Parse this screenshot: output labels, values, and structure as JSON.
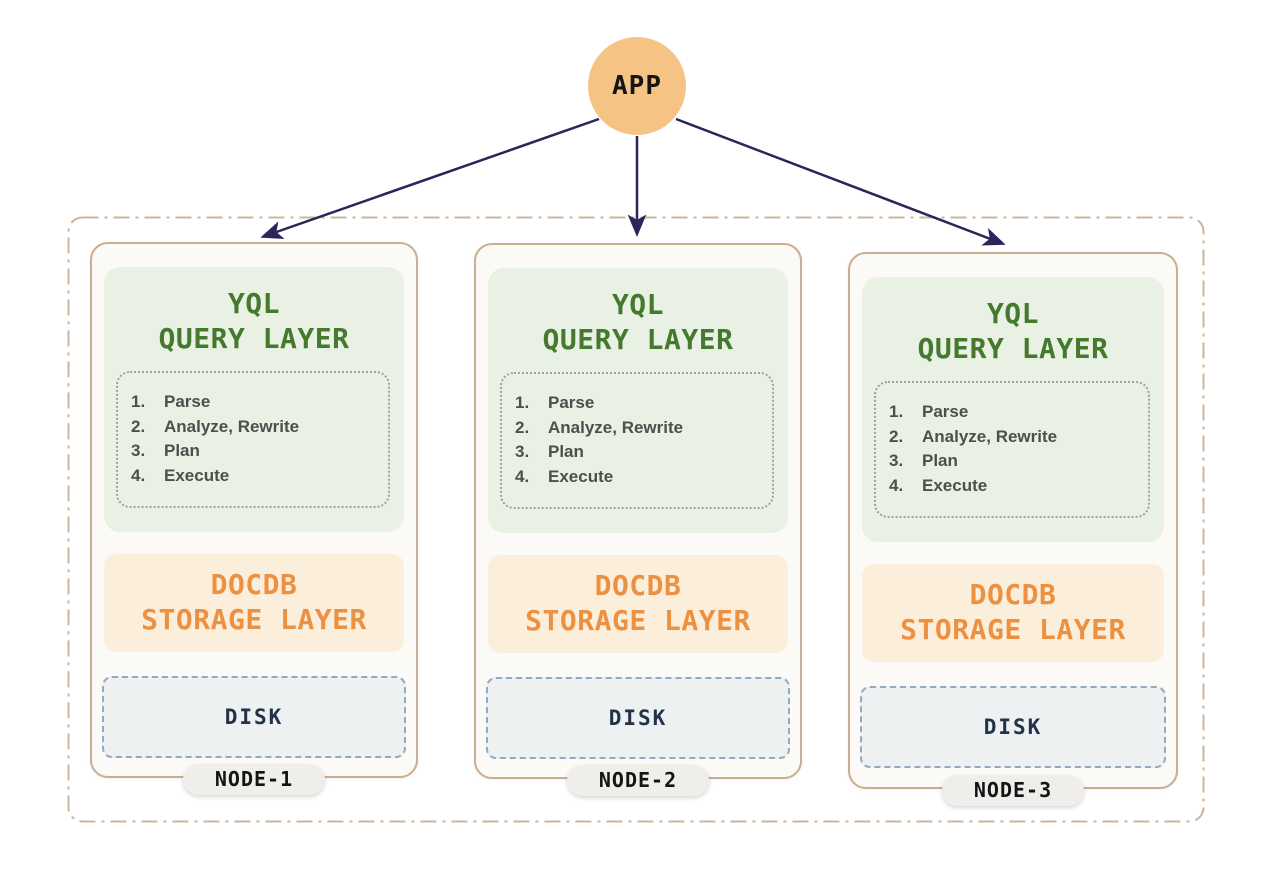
{
  "colors": {
    "app-circle": "#F5C485",
    "arrow": "#2B2658",
    "green-text": "#45792E",
    "green-bg": "#E9F1E4",
    "orange-text": "#EC9142",
    "orange-bg": "#FBEFDC",
    "disk-bg": "#EDF1F1",
    "disk-border": "#92A9BF",
    "disk-text": "#233149",
    "card-bg": "#FCFAF6",
    "card-border": "#CBAD92",
    "boundary": "#CFB49C",
    "pill-bg": "#EFEEEB",
    "pill-text": "#141414",
    "steps-text": "#4E4E4E",
    "dotted-border": "#9BA0A0"
  },
  "app_node": {
    "label": "APP"
  },
  "cluster": {
    "nodes": [
      {
        "name": "NODE-1",
        "query_layer": {
          "title": [
            "YQL",
            "QUERY LAYER"
          ],
          "steps": [
            {
              "num": "1.",
              "label": "Parse"
            },
            {
              "num": "2.",
              "label": "Analyze, Rewrite"
            },
            {
              "num": "3.",
              "label": "Plan"
            },
            {
              "num": "4.",
              "label": "Execute"
            }
          ]
        },
        "storage_layer": {
          "title": [
            "DOCDB",
            "STORAGE LAYER"
          ]
        },
        "disk": {
          "label": "DISK"
        }
      },
      {
        "name": "NODE-2",
        "query_layer": {
          "title": [
            "YQL",
            "QUERY LAYER"
          ],
          "steps": [
            {
              "num": "1.",
              "label": "Parse"
            },
            {
              "num": "2.",
              "label": "Analyze, Rewrite"
            },
            {
              "num": "3.",
              "label": "Plan"
            },
            {
              "num": "4.",
              "label": "Execute"
            }
          ]
        },
        "storage_layer": {
          "title": [
            "DOCDB",
            "STORAGE LAYER"
          ]
        },
        "disk": {
          "label": "DISK"
        }
      },
      {
        "name": "NODE-3",
        "query_layer": {
          "title": [
            "YQL",
            "QUERY LAYER"
          ],
          "steps": [
            {
              "num": "1.",
              "label": "Parse"
            },
            {
              "num": "2.",
              "label": "Analyze, Rewrite"
            },
            {
              "num": "3.",
              "label": "Plan"
            },
            {
              "num": "4.",
              "label": "Execute"
            }
          ]
        },
        "storage_layer": {
          "title": [
            "DOCDB",
            "STORAGE LAYER"
          ]
        },
        "disk": {
          "label": "DISK"
        }
      }
    ]
  }
}
